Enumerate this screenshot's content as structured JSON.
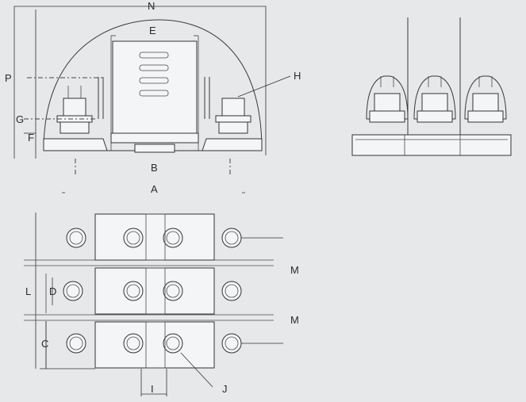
{
  "labels": {
    "N": "N",
    "E": "E",
    "P": "P",
    "H": "H",
    "G": "G",
    "F": "F",
    "B": "B",
    "A": "A",
    "L": "L",
    "D": "D",
    "C": "C",
    "M1": "M",
    "M2": "M",
    "I": "I",
    "J": "J"
  },
  "colors": {
    "background": "#e6e8ea",
    "line": "#333333",
    "part_fill": "#f4f5f6"
  }
}
